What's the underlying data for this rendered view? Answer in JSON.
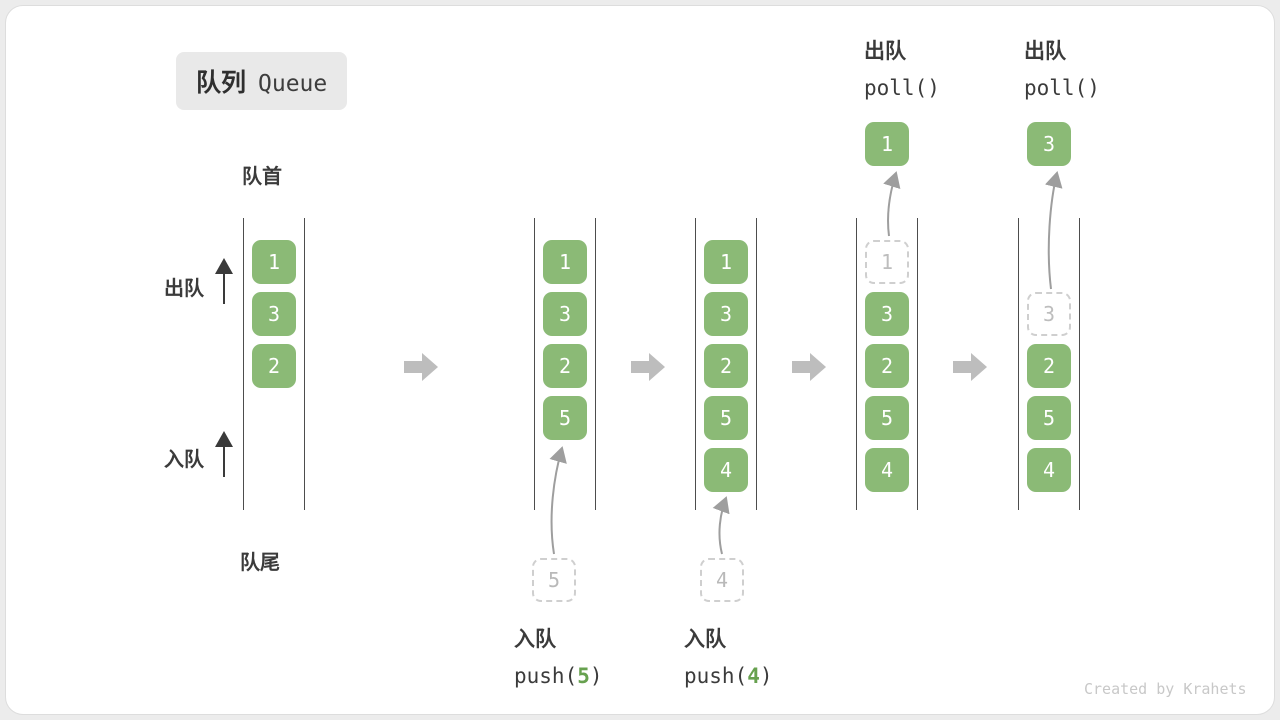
{
  "title": {
    "zh": "队列",
    "en": "Queue"
  },
  "labels": {
    "front": "队首",
    "rear": "队尾",
    "dequeue": "出队",
    "enqueue": "入队"
  },
  "colors": {
    "cell_green": "#8bba76",
    "highlight_green": "#67a14f",
    "step_arrow_gray": "#bdbdbd",
    "dashed_gray": "#cfcfcf"
  },
  "queues": [
    {
      "cells": [
        {
          "value": "1",
          "type": "filled"
        },
        {
          "value": "3",
          "type": "filled"
        },
        {
          "value": "2",
          "type": "filled"
        }
      ]
    },
    {
      "cells": [
        {
          "value": "1",
          "type": "filled"
        },
        {
          "value": "3",
          "type": "filled"
        },
        {
          "value": "2",
          "type": "filled"
        },
        {
          "value": "5",
          "type": "filled"
        }
      ]
    },
    {
      "cells": [
        {
          "value": "1",
          "type": "filled"
        },
        {
          "value": "3",
          "type": "filled"
        },
        {
          "value": "2",
          "type": "filled"
        },
        {
          "value": "5",
          "type": "filled"
        },
        {
          "value": "4",
          "type": "filled"
        }
      ]
    },
    {
      "cells": [
        {
          "value": "1",
          "type": "dashed"
        },
        {
          "value": "3",
          "type": "filled"
        },
        {
          "value": "2",
          "type": "filled"
        },
        {
          "value": "5",
          "type": "filled"
        },
        {
          "value": "4",
          "type": "filled"
        }
      ]
    },
    {
      "cells": [
        {
          "value": "3",
          "type": "dashed"
        },
        {
          "value": "2",
          "type": "filled"
        },
        {
          "value": "5",
          "type": "filled"
        },
        {
          "value": "4",
          "type": "filled"
        }
      ]
    }
  ],
  "operations": {
    "push5": {
      "action": "入队",
      "call_prefix": "push(",
      "arg": "5",
      "call_suffix": ")",
      "staged": "5"
    },
    "push4": {
      "action": "入队",
      "call_prefix": "push(",
      "arg": "4",
      "call_suffix": ")",
      "staged": "4"
    },
    "poll1": {
      "action": "出队",
      "call": "poll()",
      "result": "1"
    },
    "poll3": {
      "action": "出队",
      "call": "poll()",
      "result": "3"
    }
  },
  "watermark": "Created by Krahets"
}
